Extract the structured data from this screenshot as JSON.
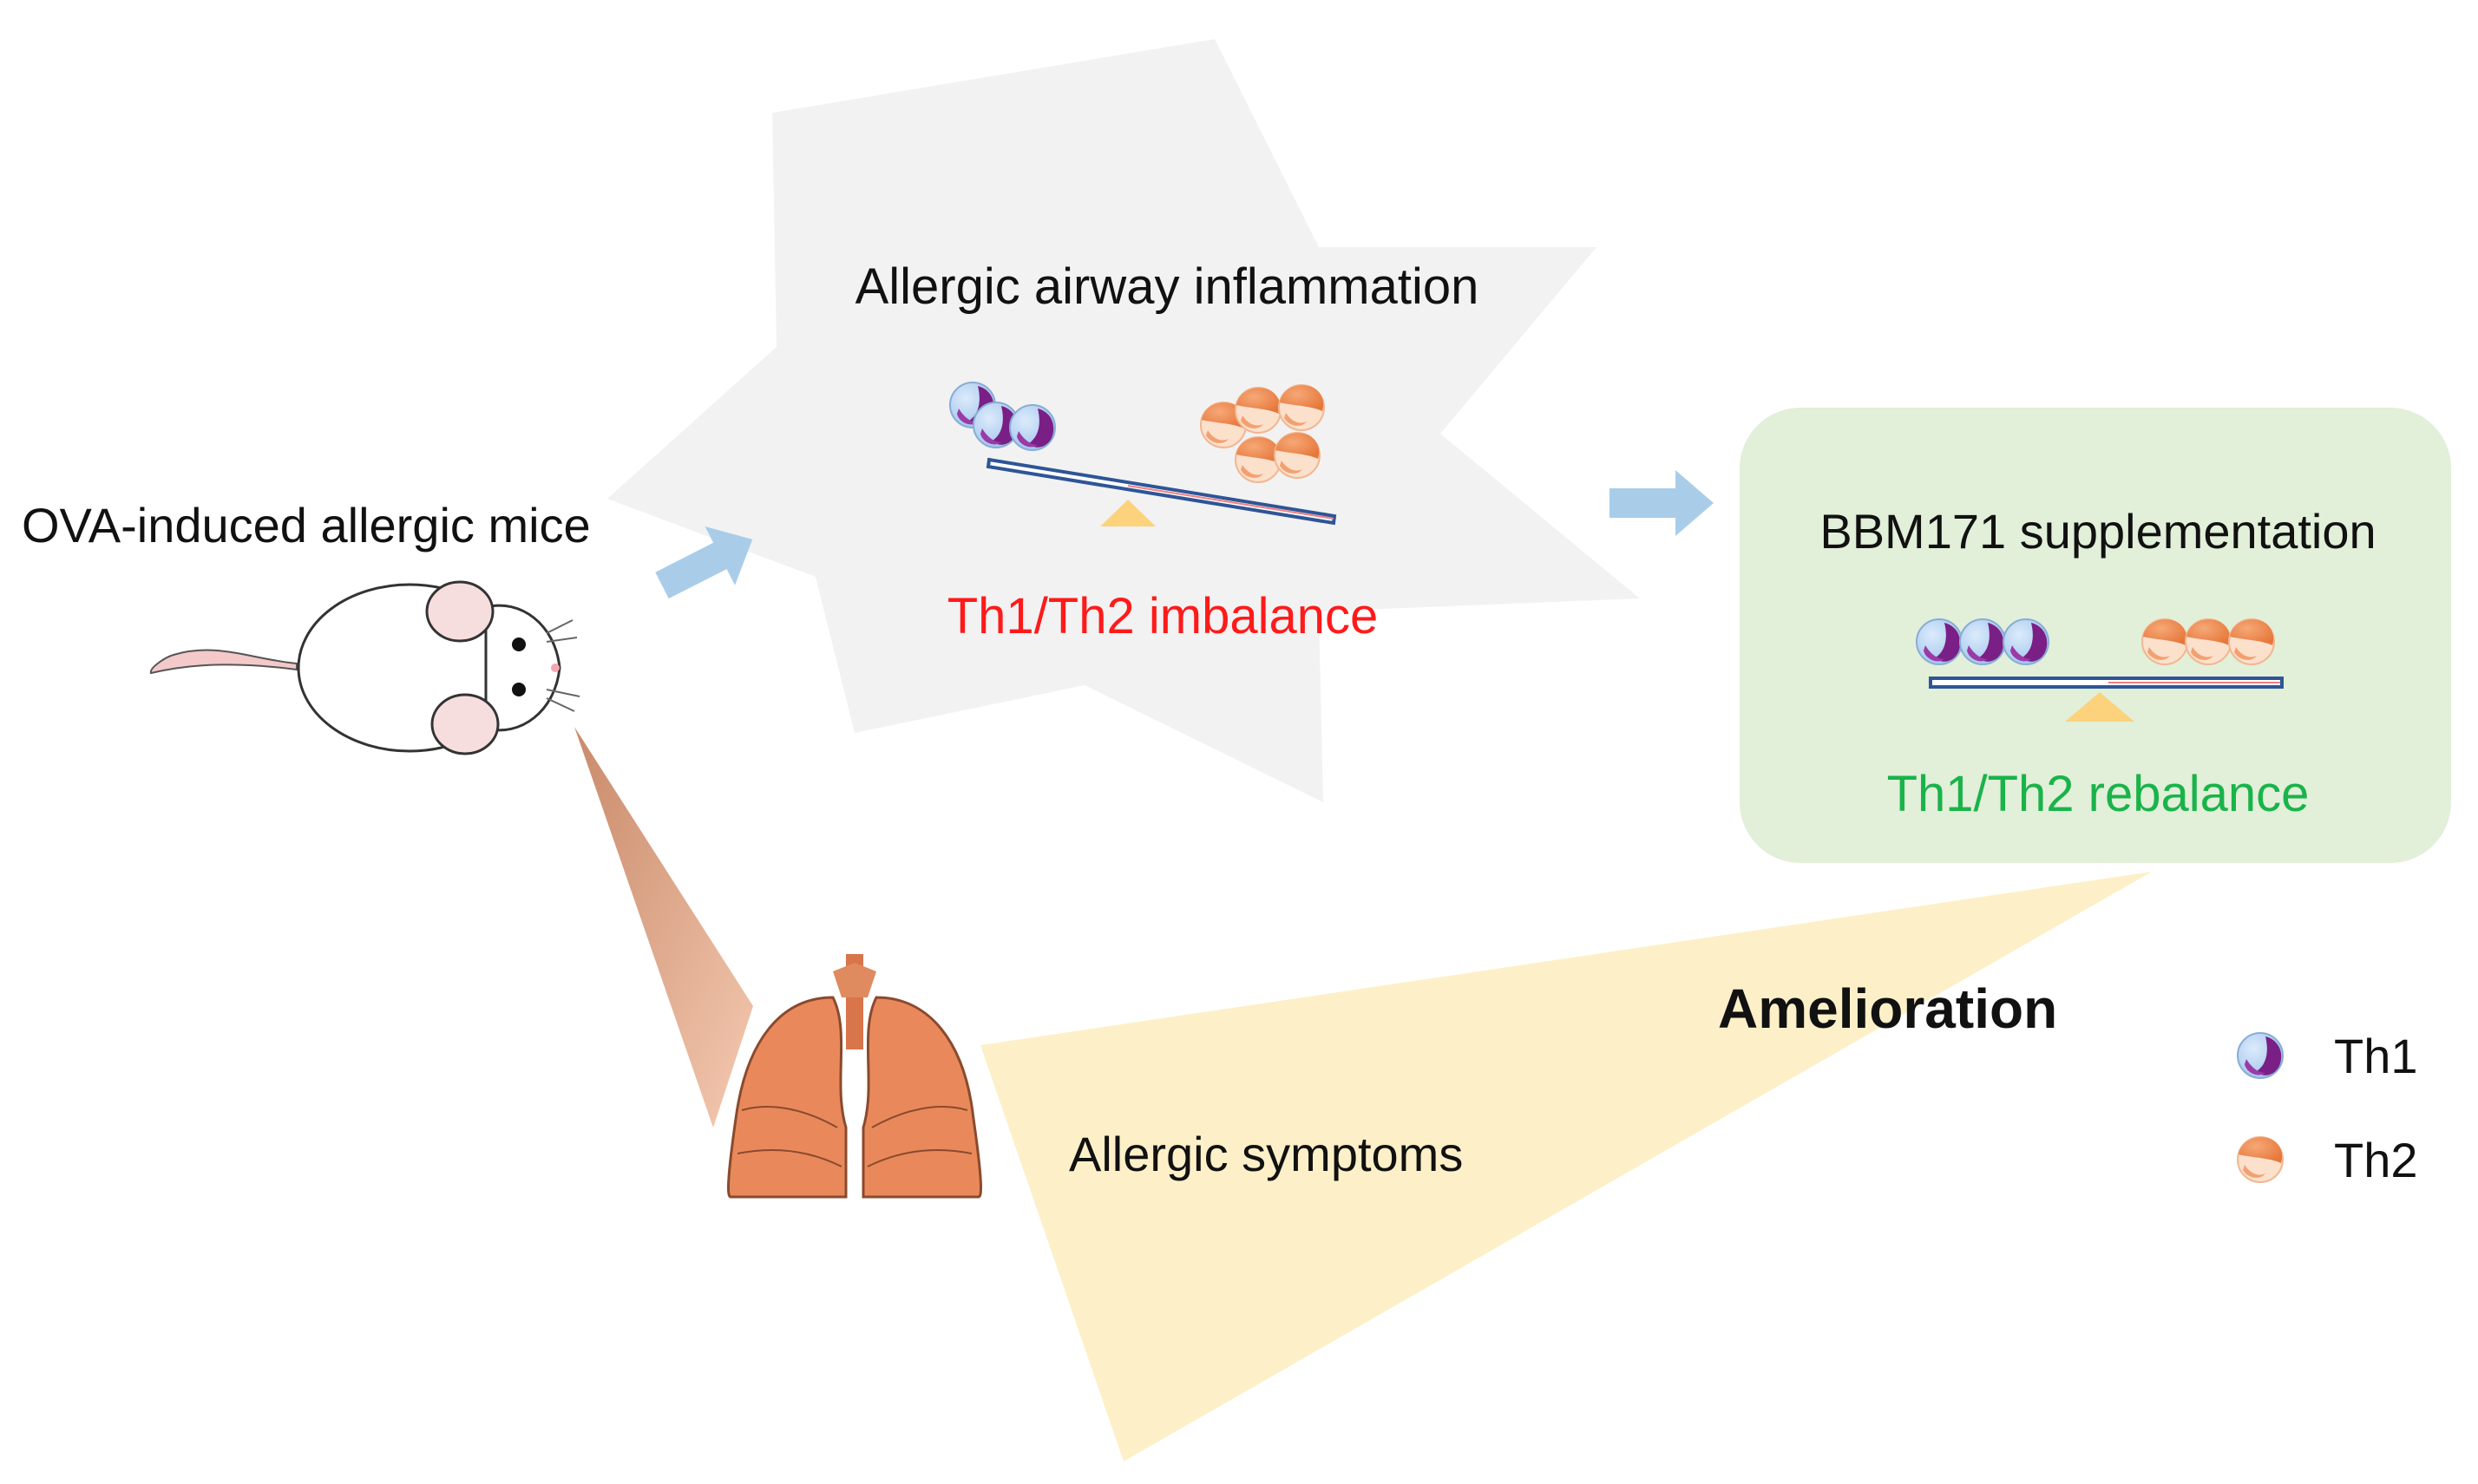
{
  "labels": {
    "mice": "OVA-induced allergic mice",
    "inflammation": "Allergic airway inflammation",
    "imbalance": "Th1/Th2 imbalance",
    "supplementation": "BBM171 supplementation",
    "rebalance": "Th1/Th2 rebalance",
    "amelioration": "Amelioration",
    "symptoms": "Allergic symptoms"
  },
  "legend": {
    "th1": "Th1",
    "th2": "Th2"
  },
  "colors": {
    "imbalance_text": "#ff1a1a",
    "rebalance_text": "#19b34a",
    "star_fill": "#f2f2f2",
    "box_fill": "#e2efd9",
    "wedge_fill": "#fdf0c8",
    "arrow_fill": "#a9cde9",
    "th1_light": "#aecdf0",
    "th1_dark": "#7a1f86",
    "th2_orange": "#f0894a",
    "th2_light": "#fbe0cc",
    "lung": "#e9895b",
    "balance_blue": "#2e5597",
    "fulcrum": "#fcd27c"
  },
  "icons": [
    "mouse-icon",
    "lung-icon",
    "th1-cell-icon",
    "th2-cell-icon",
    "seesaw-icon",
    "arrow-icon"
  ]
}
